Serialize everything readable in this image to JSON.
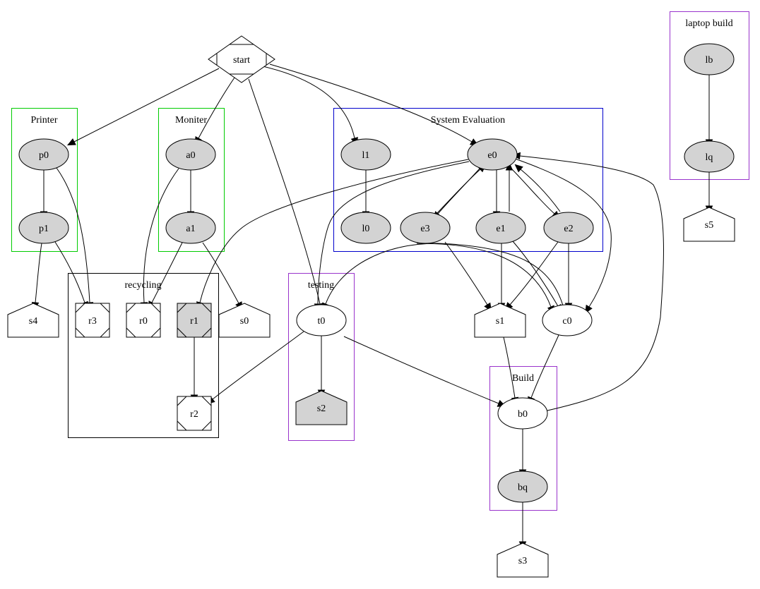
{
  "graph": {
    "clusters": [
      {
        "id": "printer",
        "label": "Printer",
        "color": "#00cc00"
      },
      {
        "id": "moniter",
        "label": "Moniter",
        "color": "#00cc00"
      },
      {
        "id": "system_evaluation",
        "label": "System Evaluation",
        "color": "#0000cc"
      },
      {
        "id": "recycling",
        "label": "recycling",
        "color": "#000000"
      },
      {
        "id": "testing",
        "label": "testing",
        "color": "#9933cc"
      },
      {
        "id": "build",
        "label": "Build",
        "color": "#9933cc"
      },
      {
        "id": "laptop_build",
        "label": "laptop build",
        "color": "#9933cc"
      }
    ],
    "nodes": [
      {
        "id": "start",
        "label": "start",
        "shape": "Mdiamond",
        "fill": "#ffffff"
      },
      {
        "id": "p0",
        "label": "p0",
        "shape": "ellipse",
        "fill": "#d3d3d3",
        "cluster": "printer"
      },
      {
        "id": "p1",
        "label": "p1",
        "shape": "ellipse",
        "fill": "#d3d3d3",
        "cluster": "printer"
      },
      {
        "id": "a0",
        "label": "a0",
        "shape": "ellipse",
        "fill": "#d3d3d3",
        "cluster": "moniter"
      },
      {
        "id": "a1",
        "label": "a1",
        "shape": "ellipse",
        "fill": "#d3d3d3",
        "cluster": "moniter"
      },
      {
        "id": "l1",
        "label": "l1",
        "shape": "ellipse",
        "fill": "#d3d3d3",
        "cluster": "system_evaluation"
      },
      {
        "id": "l0",
        "label": "l0",
        "shape": "ellipse",
        "fill": "#d3d3d3",
        "cluster": "system_evaluation"
      },
      {
        "id": "e0",
        "label": "e0",
        "shape": "ellipse",
        "fill": "#d3d3d3",
        "cluster": "system_evaluation"
      },
      {
        "id": "e3",
        "label": "e3",
        "shape": "ellipse",
        "fill": "#d3d3d3",
        "cluster": "system_evaluation"
      },
      {
        "id": "e1",
        "label": "e1",
        "shape": "ellipse",
        "fill": "#d3d3d3",
        "cluster": "system_evaluation"
      },
      {
        "id": "e2",
        "label": "e2",
        "shape": "ellipse",
        "fill": "#d3d3d3",
        "cluster": "system_evaluation"
      },
      {
        "id": "r3",
        "label": "r3",
        "shape": "Msquare",
        "fill": "#ffffff",
        "cluster": "recycling"
      },
      {
        "id": "r0",
        "label": "r0",
        "shape": "Msquare",
        "fill": "#ffffff",
        "cluster": "recycling"
      },
      {
        "id": "r1",
        "label": "r1",
        "shape": "Msquare",
        "fill": "#d3d3d3",
        "cluster": "recycling"
      },
      {
        "id": "r2",
        "label": "r2",
        "shape": "Msquare",
        "fill": "#ffffff",
        "cluster": "recycling"
      },
      {
        "id": "s4",
        "label": "s4",
        "shape": "house",
        "fill": "#ffffff"
      },
      {
        "id": "s0",
        "label": "s0",
        "shape": "house",
        "fill": "#ffffff"
      },
      {
        "id": "t0",
        "label": "t0",
        "shape": "ellipse",
        "fill": "#ffffff",
        "cluster": "testing"
      },
      {
        "id": "s2",
        "label": "s2",
        "shape": "house",
        "fill": "#d3d3d3",
        "cluster": "testing"
      },
      {
        "id": "s1",
        "label": "s1",
        "shape": "house",
        "fill": "#ffffff"
      },
      {
        "id": "c0",
        "label": "c0",
        "shape": "ellipse",
        "fill": "#ffffff"
      },
      {
        "id": "b0",
        "label": "b0",
        "shape": "ellipse",
        "fill": "#ffffff",
        "cluster": "build"
      },
      {
        "id": "bq",
        "label": "bq",
        "shape": "ellipse",
        "fill": "#d3d3d3",
        "cluster": "build"
      },
      {
        "id": "s3",
        "label": "s3",
        "shape": "house",
        "fill": "#ffffff"
      },
      {
        "id": "lb",
        "label": "lb",
        "shape": "ellipse",
        "fill": "#d3d3d3",
        "cluster": "laptop_build"
      },
      {
        "id": "lq",
        "label": "lq",
        "shape": "ellipse",
        "fill": "#d3d3d3",
        "cluster": "laptop_build"
      },
      {
        "id": "s5",
        "label": "s5",
        "shape": "house",
        "fill": "#ffffff"
      }
    ],
    "edges": [
      {
        "from": "start",
        "to": "p0"
      },
      {
        "from": "start",
        "to": "a0"
      },
      {
        "from": "start",
        "to": "t0"
      },
      {
        "from": "start",
        "to": "l1"
      },
      {
        "from": "start",
        "to": "e0"
      },
      {
        "from": "p0",
        "to": "p1"
      },
      {
        "from": "p0",
        "to": "r3"
      },
      {
        "from": "p1",
        "to": "r3"
      },
      {
        "from": "p1",
        "to": "s4"
      },
      {
        "from": "a0",
        "to": "a1"
      },
      {
        "from": "a0",
        "to": "r0"
      },
      {
        "from": "a1",
        "to": "r0"
      },
      {
        "from": "a1",
        "to": "s0"
      },
      {
        "from": "l1",
        "to": "l0"
      },
      {
        "from": "e0",
        "to": "e3"
      },
      {
        "from": "e3",
        "to": "e0"
      },
      {
        "from": "e0",
        "to": "e1"
      },
      {
        "from": "e1",
        "to": "e0"
      },
      {
        "from": "e0",
        "to": "e2"
      },
      {
        "from": "e2",
        "to": "e0"
      },
      {
        "from": "e0",
        "to": "r1"
      },
      {
        "from": "e0",
        "to": "t0"
      },
      {
        "from": "e0",
        "to": "c0"
      },
      {
        "from": "e3",
        "to": "s1"
      },
      {
        "from": "e3",
        "to": "c0"
      },
      {
        "from": "e1",
        "to": "s1"
      },
      {
        "from": "e1",
        "to": "c0"
      },
      {
        "from": "e2",
        "to": "s1"
      },
      {
        "from": "e2",
        "to": "c0"
      },
      {
        "from": "c0",
        "to": "t0"
      },
      {
        "from": "r1",
        "to": "r2"
      },
      {
        "from": "t0",
        "to": "r2"
      },
      {
        "from": "t0",
        "to": "s2"
      },
      {
        "from": "t0",
        "to": "b0"
      },
      {
        "from": "s1",
        "to": "b0"
      },
      {
        "from": "c0",
        "to": "b0"
      },
      {
        "from": "b0",
        "to": "e0"
      },
      {
        "from": "b0",
        "to": "bq"
      },
      {
        "from": "bq",
        "to": "s3"
      },
      {
        "from": "lb",
        "to": "lq"
      },
      {
        "from": "lq",
        "to": "s5"
      }
    ]
  }
}
